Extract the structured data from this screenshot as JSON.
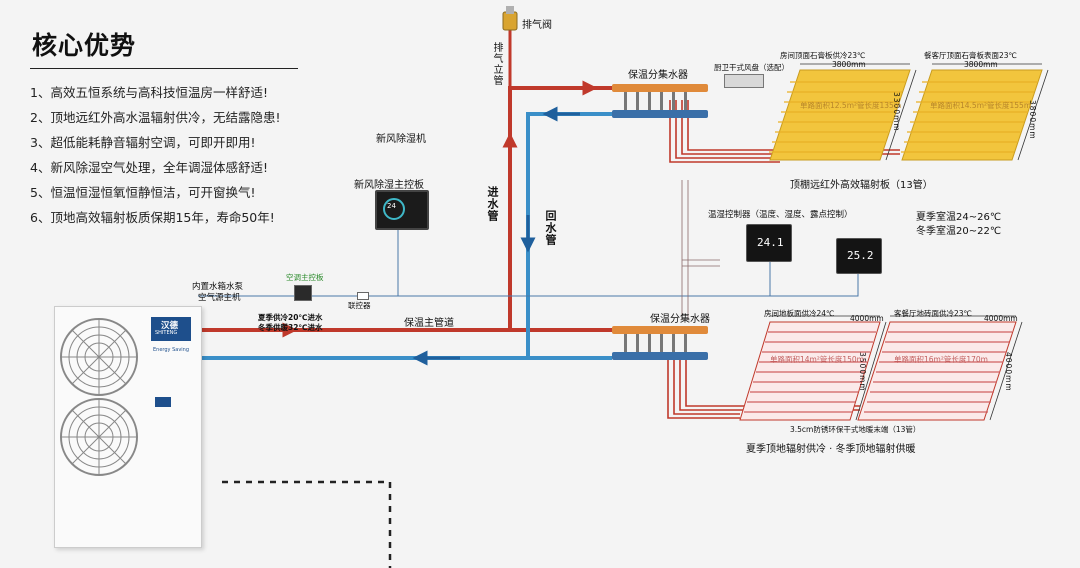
{
  "title": "核心优势",
  "features": [
    "1、高效五恒系统与高科技恒温房一样舒适!",
    "2、顶地远红外高水温辐射供冷，无结露隐患!",
    "3、超低能耗静音辐射空调，可即开即用!",
    "4、新风除湿空气处理，全年调湿体感舒适!",
    "5、恒温恒湿恒氧恒静恒洁，可开窗换气!",
    "6、顶地高效辐射板质保期15年，寿命50年!"
  ],
  "labels": {
    "exhaust_valve": "排气阀",
    "exhaust_pipe": "排气立管",
    "supply_pipe": "进水管",
    "return_pipe": "回水管",
    "fresh_air_unit": "新风除湿机",
    "fresh_air_panel": "新风除湿主控板",
    "ac_panel": "空调主控板",
    "heat_pump_l1": "内置水箱水泵",
    "heat_pump_l2": "空气源主机",
    "linkage": "联控器",
    "main_pipe": "保温主管道",
    "summer_in": "夏季供冷20℃进水",
    "winter_in": "冬季供暖32℃进水",
    "manifold_top": "保温分集水器",
    "manifold_bottom": "保温分集水器",
    "fan_coil": "厨卫干式风盘（选配）",
    "thermostat_title": "温湿控制器（温度、湿度、露点控制）",
    "summer_room": "夏季室温24~26℃",
    "winter_room": "冬季室温20~22℃",
    "ceiling_caption": "顶棚远红外高效辐射板（13管）",
    "floor_caption": "3.5cm防锈环保干式地暖末端（13管）",
    "bottom_caption": "夏季顶地辐射供冷 · 冬季顶地辐射供暖",
    "brand": "汉德",
    "brand_en": "SHITENG",
    "brand_sub": "Energy Saving"
  },
  "displays": {
    "fresh_panel_value": "24",
    "thermostat_1": "24.1",
    "thermostat_2": "25.2"
  },
  "ceiling_panels": [
    {
      "title": "房间顶面石膏板供冷23℃",
      "width": "3800mm",
      "depth": "3300mm",
      "spec": "单路面积12.5m²管长度135m"
    },
    {
      "title": "餐客厅顶面石膏板表面23℃",
      "width": "3800mm",
      "depth": "3800mm",
      "spec": "单路面积14.5m²管长度155m"
    }
  ],
  "floor_panels": [
    {
      "title": "房间地板面供冷24℃",
      "width": "4000mm",
      "depth": "3500mm",
      "spec": "单路面积14m²管长度150m"
    },
    {
      "title": "客餐厅地砖面供冷23℃",
      "width": "4000mm",
      "depth": "4000mm",
      "spec": "单路面积16m²管长度170m"
    }
  ],
  "colors": {
    "supply": "#c0392b",
    "return": "#3a8fc8",
    "panel_fill": "#f2c53d",
    "floor_tube": "#c0392b",
    "manifold": "#e08a3a",
    "signal_line": "#4a78a8"
  }
}
